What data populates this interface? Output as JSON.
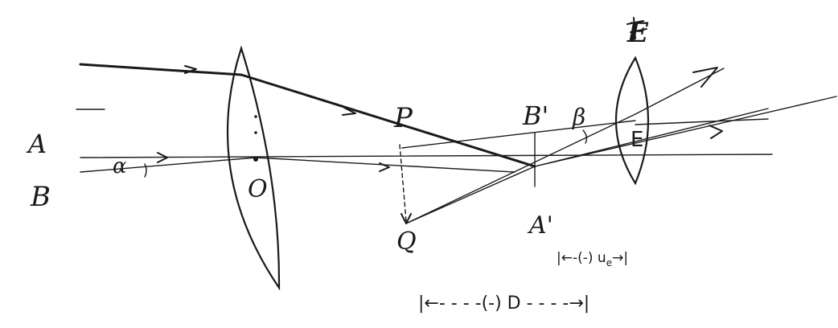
{
  "labels": {
    "point_A": "A",
    "point_B": "B",
    "angle_alpha": "α",
    "objective_O": "O",
    "point_P": "P",
    "point_Q": "Q",
    "image_B_prime": "B'",
    "image_A_prime": "A'",
    "angle_beta": "β",
    "eyepiece_E": "E",
    "eye_symbol": "E",
    "ue_label": "|←-(-) u",
    "ue_sub": "e",
    "ue_tail": "→|",
    "D_label": "|←- - - -(-) D - - - -→|"
  }
}
